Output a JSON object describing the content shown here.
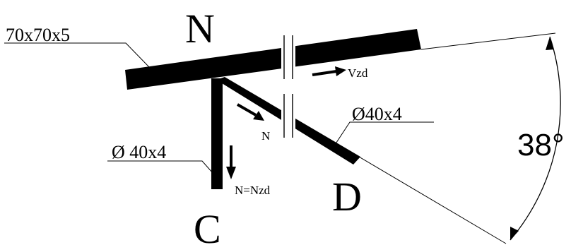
{
  "labels": {
    "node_n": "N",
    "node_c": "C",
    "node_d": "D",
    "chord_section": "70x70x5",
    "vertical_section": "Ø 40x4",
    "diagonal_section": "Ø40x4",
    "force_vzd": "Vzd",
    "force_n": "N",
    "force_n_nzd": "N=Nzd",
    "angle": "38°"
  },
  "colors": {
    "ink": "#000000",
    "background": "#ffffff"
  }
}
